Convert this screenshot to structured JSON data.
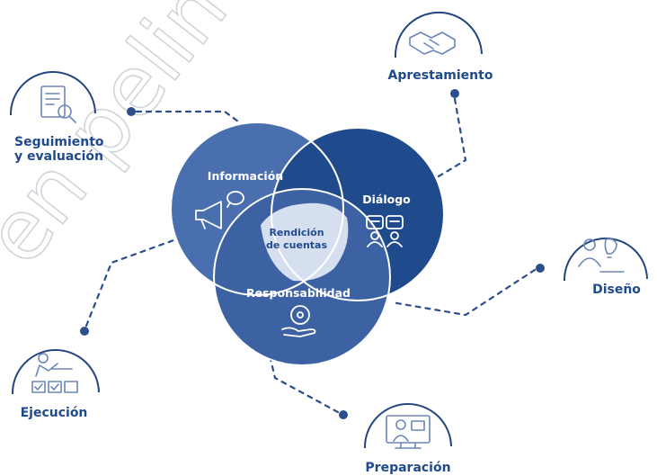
{
  "watermark": {
    "text": "en pelimi"
  },
  "center": {
    "circles": {
      "informacion": "Información",
      "dialogo": "Diálogo",
      "responsabilidad": "Responsabilidad"
    },
    "core_line1": "Rendición",
    "core_line2": "de cuentas"
  },
  "phases": {
    "apresta": "Apresta­miento",
    "aprestamiento": "Aprestamiento",
    "seguimiento_line1": "Seguimiento",
    "seguimiento_line2": "y evaluación",
    "diseno": "Diseño",
    "ejecucion": "Ejecución",
    "preparacion": "Preparación"
  },
  "colors": {
    "circle_left": "#4a6fae",
    "circle_right": "#1f4a8c",
    "circle_bottom": "#3d62a3",
    "core": "#d6dff0",
    "label": "#1f4a8c",
    "connector": "#2b4f8a"
  },
  "icons": {
    "aprestamiento": "handshake-icon",
    "seguimiento": "document-magnifier-icon",
    "diseno": "person-lightbulb-icon",
    "ejecucion": "person-checklist-icon",
    "preparacion": "video-call-icon",
    "informacion": "megaphone-icon",
    "dialogo": "chat-people-icon",
    "responsabilidad": "hand-gear-icon"
  }
}
